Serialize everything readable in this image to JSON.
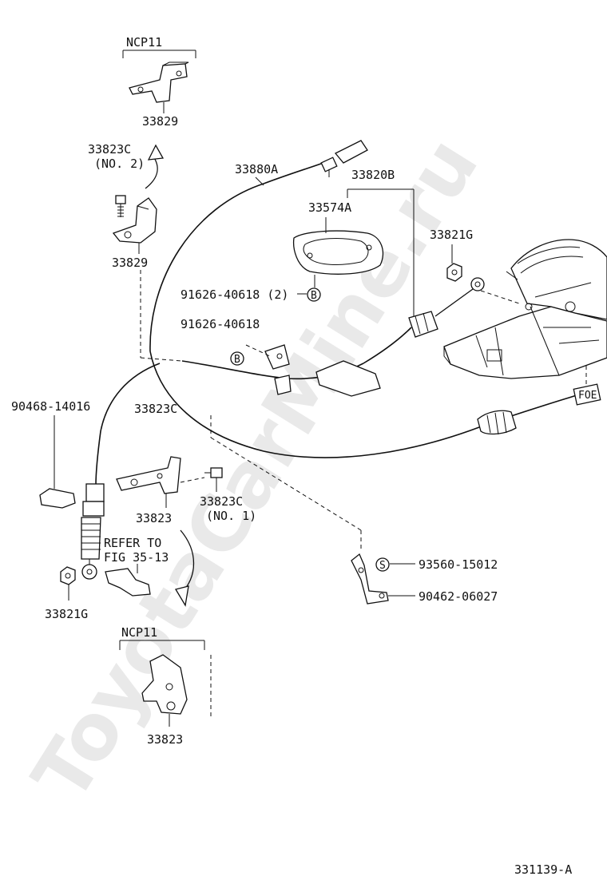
{
  "watermark": "ToyotaCarMine.ru",
  "labels": {
    "ncp11_top": "NCP11",
    "p33829_top": "33829",
    "p33823c_no2": "33823C",
    "no2": "(NO. 2)",
    "p33829_mid": "33829",
    "p33880a": "33880A",
    "p33820b": "33820B",
    "p33574a": "33574A",
    "p33821g_right": "33821G",
    "p91626_2": "91626-40618 (2)",
    "p91626": "91626-40618",
    "p90468": "90468-14016",
    "p33823c": "33823C",
    "p33823": "33823",
    "p33823c_no1": "33823C",
    "no1": "(NO. 1)",
    "refer_to": "REFER TO",
    "fig": "FIG 35-13",
    "p33821g_left": "33821G",
    "p93560": "93560-15012",
    "p90462": "90462-06027",
    "ncp11_bottom": "NCP11",
    "p33823_bottom": "33823",
    "diagram_id": "331139-A",
    "mark_b": "B",
    "mark_s": "S"
  }
}
